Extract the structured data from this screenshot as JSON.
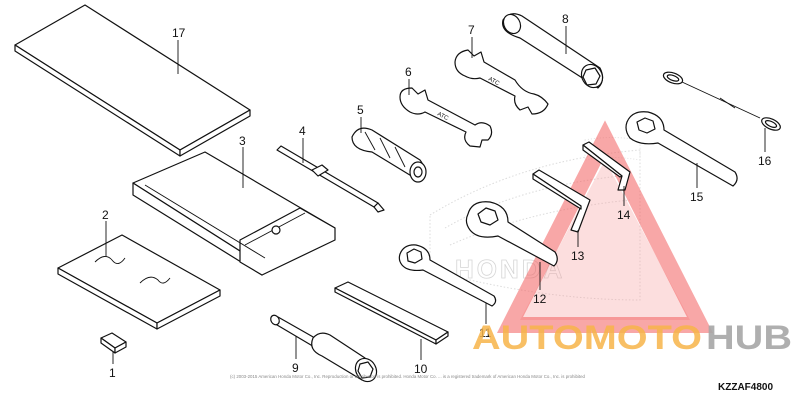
{
  "diagram": {
    "callouts": [
      {
        "id": "1",
        "label": "1"
      },
      {
        "id": "2",
        "label": "2"
      },
      {
        "id": "3",
        "label": "3"
      },
      {
        "id": "4",
        "label": "4"
      },
      {
        "id": "5",
        "label": "5"
      },
      {
        "id": "6",
        "label": "6"
      },
      {
        "id": "7",
        "label": "7"
      },
      {
        "id": "8",
        "label": "8"
      },
      {
        "id": "9",
        "label": "9"
      },
      {
        "id": "10",
        "label": "10"
      },
      {
        "id": "11",
        "label": "11"
      },
      {
        "id": "12",
        "label": "12"
      },
      {
        "id": "13",
        "label": "13"
      },
      {
        "id": "14",
        "label": "14"
      },
      {
        "id": "15",
        "label": "15"
      },
      {
        "id": "16",
        "label": "16"
      },
      {
        "id": "17",
        "label": "17"
      }
    ],
    "diagram_code": "KZZAF4800",
    "copyright": "(c) 2003-2015 American Honda Motor Co., Inc. Reproduction or distribution is prohibited. Honda Motor Co. ... is a registered trademark of American Honda Motor Co., Inc. is prohibited",
    "wrench_marking_6": "ATC",
    "wrench_marking_7": "ATC"
  },
  "watermark": {
    "brand_part1": "AUTOMOTO",
    "brand_part2": "HUB",
    "background_text": "HONDA",
    "colors": {
      "orange": "#f7b44a",
      "gray": "#a7a7a7",
      "red": "#f25f5f"
    }
  }
}
